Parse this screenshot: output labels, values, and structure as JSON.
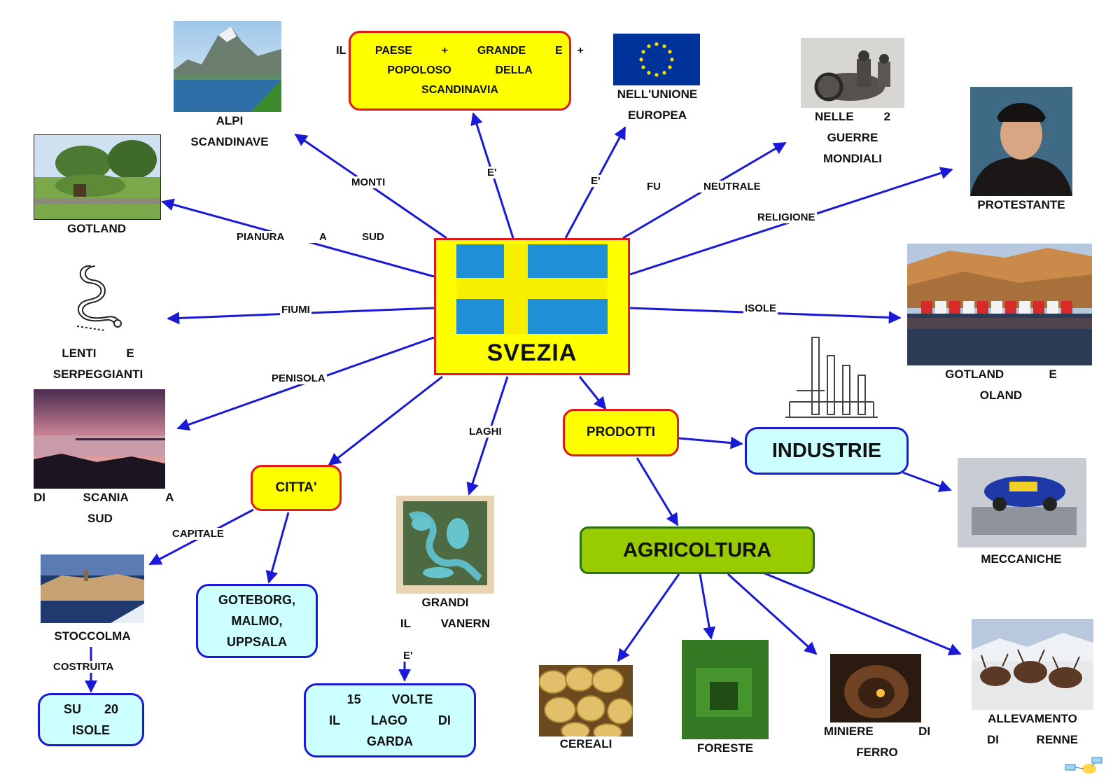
{
  "center": {
    "title": "SVEZIA",
    "flag_colors": {
      "blue": "#1f8fd6",
      "yellow": "#f6f000"
    }
  },
  "nodes": {
    "paese": "IL    PAESE    +    GRANDE    E  +\nPOPOLOSO      DELLA\nSCANDINAVIA",
    "citta": "CITTA'",
    "prodotti": "PRODOTTI",
    "industrie": "INDUSTRIE",
    "agricoltura": "AGRICOLTURA",
    "citta_list": "GOTEBORG,\nMALMO,\nUPPSALA",
    "isole20": "SU   20\nISOLE",
    "garda": "15    VOLTE\nIL    LAGO    DI\nGARDA"
  },
  "labels": {
    "alpi": "ALPI\nSCANDINAVE",
    "gotland": "GOTLAND",
    "fiumi_desc": "LENTI    E\nSERPEGGIANTI",
    "scania": "DI     SCANIA     A\nSUD",
    "stoccolma": "STOCCOLMA",
    "grandi": "GRANDI\nIL    VANERN",
    "ue": "NELL'UNIONE\nEUROPEA",
    "guerre": "NELLE    2\nGUERRE\nMONDIALI",
    "protestante": "PROTESTANTE",
    "gotland_oland": "GOTLAND      E\nOLAND",
    "meccaniche": "MECCANICHE",
    "cereali": "CEREALI",
    "foreste": "FORESTE",
    "miniere": "MINIERE      DI\nFERRO",
    "renne": "ALLEVAMENTO\nDI     RENNE"
  },
  "links": {
    "monti": "MONTI",
    "pianura": "PIANURA     A     SUD",
    "fiumi": "FIUMI",
    "penisola": "PENISOLA",
    "e1": "E'",
    "e2": "E'",
    "neutrale": "FU      NEUTRALE",
    "religione": "RELIGIONE",
    "isole": "ISOLE",
    "laghi": "LAGHI",
    "capitale": "CAPITALE",
    "costruita": "COSTRUITA",
    "e3": "E'"
  },
  "colors": {
    "arrow": "#1a1ad6",
    "eu_blue": "#003399",
    "eu_star": "#ffdd00"
  }
}
